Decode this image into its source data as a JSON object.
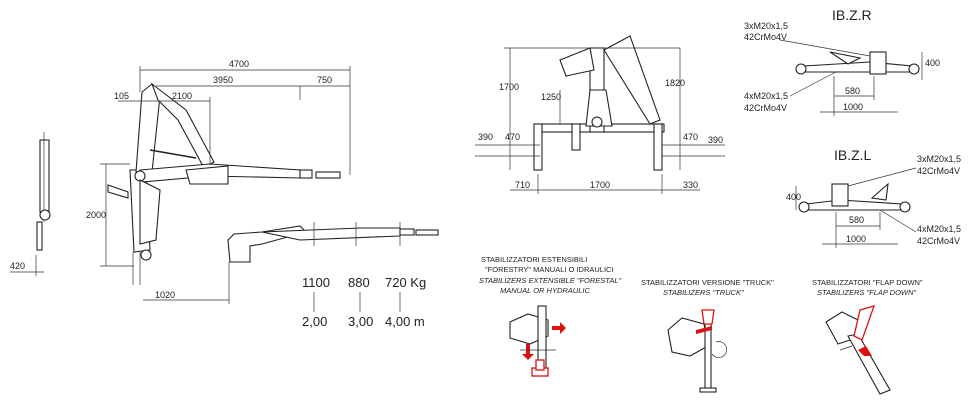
{
  "side_view": {
    "dims": {
      "d4700": "4700",
      "d3950": "3950",
      "d750": "750",
      "d105": "105",
      "d2100": "2100",
      "d2000": "2000",
      "d1020": "1020",
      "d420": "420"
    }
  },
  "loads": {
    "weights": [
      "1100",
      "880",
      "720 Kg"
    ],
    "reaches": [
      "2,00",
      "3,00",
      "4,00 m"
    ]
  },
  "front_view": {
    "dims": {
      "d1700h": "1700",
      "d1820": "1820",
      "d1250": "1250",
      "d390l": "390",
      "d470l": "470",
      "d470r": "470",
      "d390r": "390",
      "d710": "710",
      "d1700w": "1700",
      "d330": "330"
    }
  },
  "ibzr": {
    "title": "IB.Z.R",
    "bolt_top": "3xM20x1,5",
    "mat_top": "42CrMo4V",
    "bolt_bottom": "4xM20x1,5",
    "mat_bottom": "42CrMo4V",
    "d400": "400",
    "d580": "580",
    "d1000": "1000"
  },
  "ibzl": {
    "title": "IB.Z.L",
    "bolt_top": "3xM20x1,5",
    "mat_top": "42CrMo4V",
    "bolt_bottom": "4xM20x1,5",
    "mat_bottom": "42CrMo4V",
    "d400": "400",
    "d580": "580",
    "d1000": "1000"
  },
  "stabilizers": {
    "forestry": {
      "line1": "STABILIZZATORI ESTENSIBILI",
      "line2": "\"FORESTRY\" MANUALI O IDRAULICI",
      "line3": "STABILIZERS EXTENSIBLE \"FORESTAL\"",
      "line4": "MANUAL OR HYDRAULIC"
    },
    "truck": {
      "line1": "STABILIZZATORI VERSIONE \"TRUCK\"",
      "line2": "STABILIZERS \"TRUCK\""
    },
    "flapdown": {
      "line1": "STABILIZZATORI \"FLAP DOWN\"",
      "line2": "STABILIZERS \"FLAP DOWN\""
    }
  },
  "colors": {
    "accent": "#d11111",
    "line": "#222222"
  }
}
